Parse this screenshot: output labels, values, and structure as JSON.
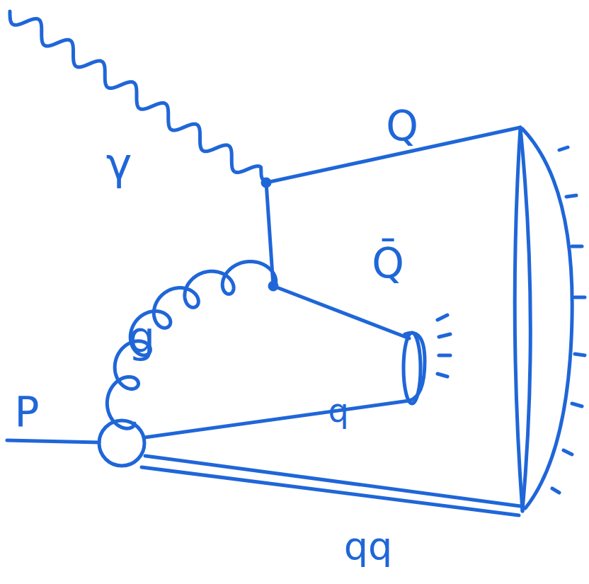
{
  "diagram": {
    "labels": [
      "γ",
      "Q",
      "Q̄",
      "g",
      "P",
      "q",
      "qq"
    ]
  }
}
